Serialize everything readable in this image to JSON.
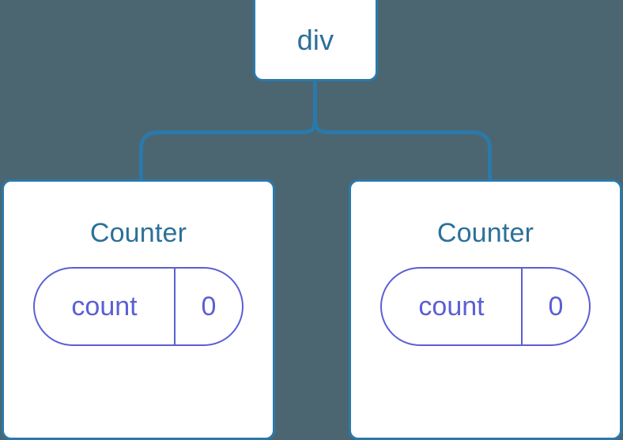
{
  "theme": {
    "background": "#4b6670",
    "node_fill": "#ffffff",
    "node_border": "#2b79ab",
    "node_title_color": "#2c7099",
    "connector_color": "#2b79ab",
    "state_color": "#5b5fd4"
  },
  "diagram": {
    "type": "component-tree",
    "root": {
      "label": "div"
    },
    "children": [
      {
        "label": "Counter",
        "state": {
          "key": "count",
          "value": "0"
        }
      },
      {
        "label": "Counter",
        "state": {
          "key": "count",
          "value": "0"
        }
      }
    ]
  }
}
